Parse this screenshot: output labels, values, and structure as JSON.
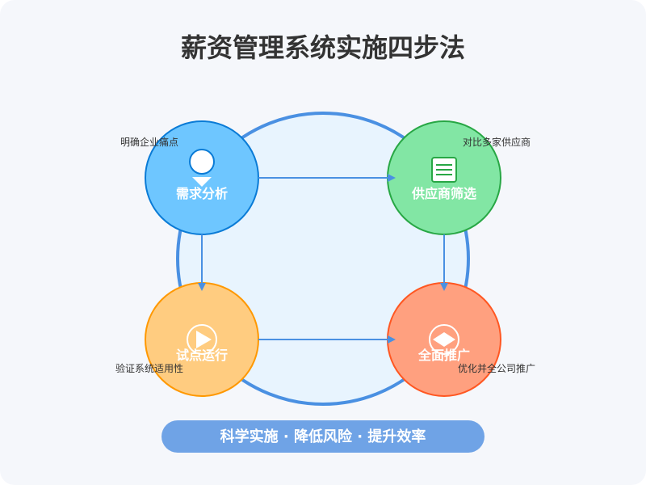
{
  "title": "薪资管理系统实施四步法",
  "steps": [
    {
      "label": "需求分析",
      "note": "明确企业痛点",
      "icon": "user-icon",
      "fill": "#6ec6ff",
      "stroke": "#0a7bd6"
    },
    {
      "label": "供应商筛选",
      "note": "对比多家供应商",
      "icon": "document-icon",
      "fill": "#82e6a4",
      "stroke": "#28a745"
    },
    {
      "label": "试点运行",
      "note": "验证系统适用性",
      "icon": "play-icon",
      "fill": "#ffcc80",
      "stroke": "#ff9800"
    },
    {
      "label": "全面推广",
      "note": "优化并全公司推广",
      "icon": "diamond-icon",
      "fill": "#ffa07f",
      "stroke": "#ff5722"
    }
  ],
  "banner": "科学实施 · 降低风险 · 提升效率",
  "colors": {
    "accent": "#4a90e2",
    "ring_fill": "#e8f4fe",
    "background": "#f5f7fb",
    "banner": "#6fa3e6"
  }
}
